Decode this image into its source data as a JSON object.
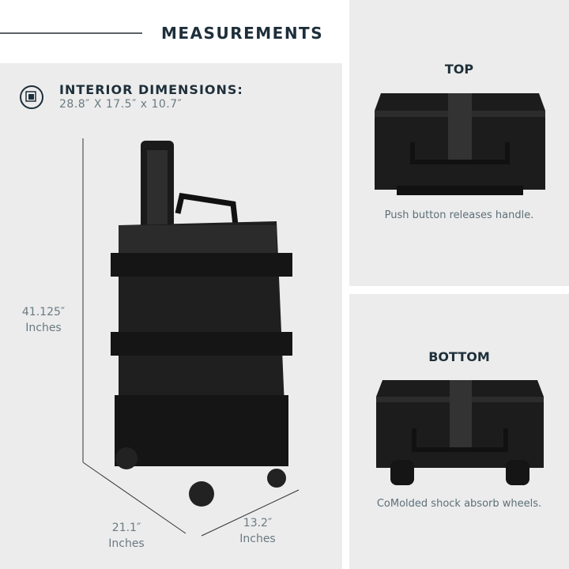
{
  "header": {
    "title": "MEASUREMENTS"
  },
  "interior": {
    "label": "INTERIOR DIMENSIONS:",
    "value": "28.8″ X 17.5″ x 10.7″",
    "icon": "interior-dimension-icon"
  },
  "dimensions": {
    "height": {
      "value": "41.125″",
      "unit": "Inches"
    },
    "width": {
      "value": "21.1″",
      "unit": "Inches"
    },
    "depth": {
      "value": "13.2″",
      "unit": "Inches"
    }
  },
  "top_panel": {
    "heading": "TOP",
    "caption": "Push button releases handle."
  },
  "bottom_panel": {
    "heading": "BOTTOM",
    "caption": "CoMolded shock absorb wheels."
  },
  "colors": {
    "panel": "#ececec",
    "heading": "#1e2f3a",
    "text": "#6a7a82"
  }
}
